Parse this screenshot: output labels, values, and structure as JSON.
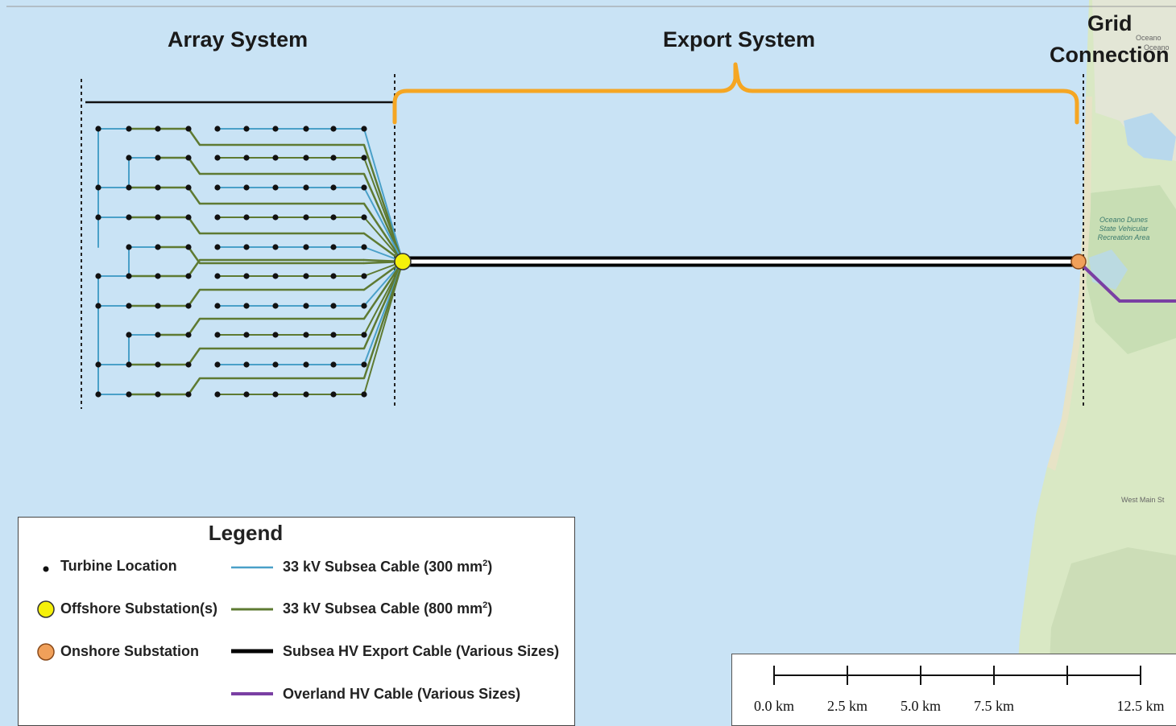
{
  "headers": {
    "array_system": "Array System",
    "export_system": "Export System",
    "grid_line1": "Grid",
    "grid_line2": "Connection"
  },
  "map_labels": {
    "park_line1": "Oceano Dunes",
    "park_line2": "State Vehicular",
    "park_line3": "Recreation Area",
    "street": "West Main St",
    "town1": "Oceano",
    "town2": "Oceano"
  },
  "legend": {
    "title": "Legend",
    "turbine": "Turbine Location",
    "offshore": "Offshore Substation(s)",
    "onshore": "Onshore Substation",
    "cable300": "33 kV Subsea Cable (300 mm",
    "cable800": "33 kV Subsea Cable (800 mm",
    "cable_sup": "2",
    "cable_close": ")",
    "export": "Subsea HV Export Cable (Various Sizes)",
    "overland": "Overland HV Cable (Various Sizes)"
  },
  "scale_bar": {
    "labels": [
      "0.0 km",
      "2.5 km",
      "5.0 km",
      "7.5 km",
      "12.5 km"
    ]
  },
  "colors": {
    "sea": "#c9e3f5",
    "land": "#d7e6c0",
    "cable_300": "#4aa0c8",
    "cable_800": "#5e7a32",
    "export_cable": "#000000",
    "overland_cable": "#7a3fa3",
    "offshore_substation": "#f5f00a",
    "onshore_substation": "#f0a05a",
    "bracket": "#f5a623"
  }
}
